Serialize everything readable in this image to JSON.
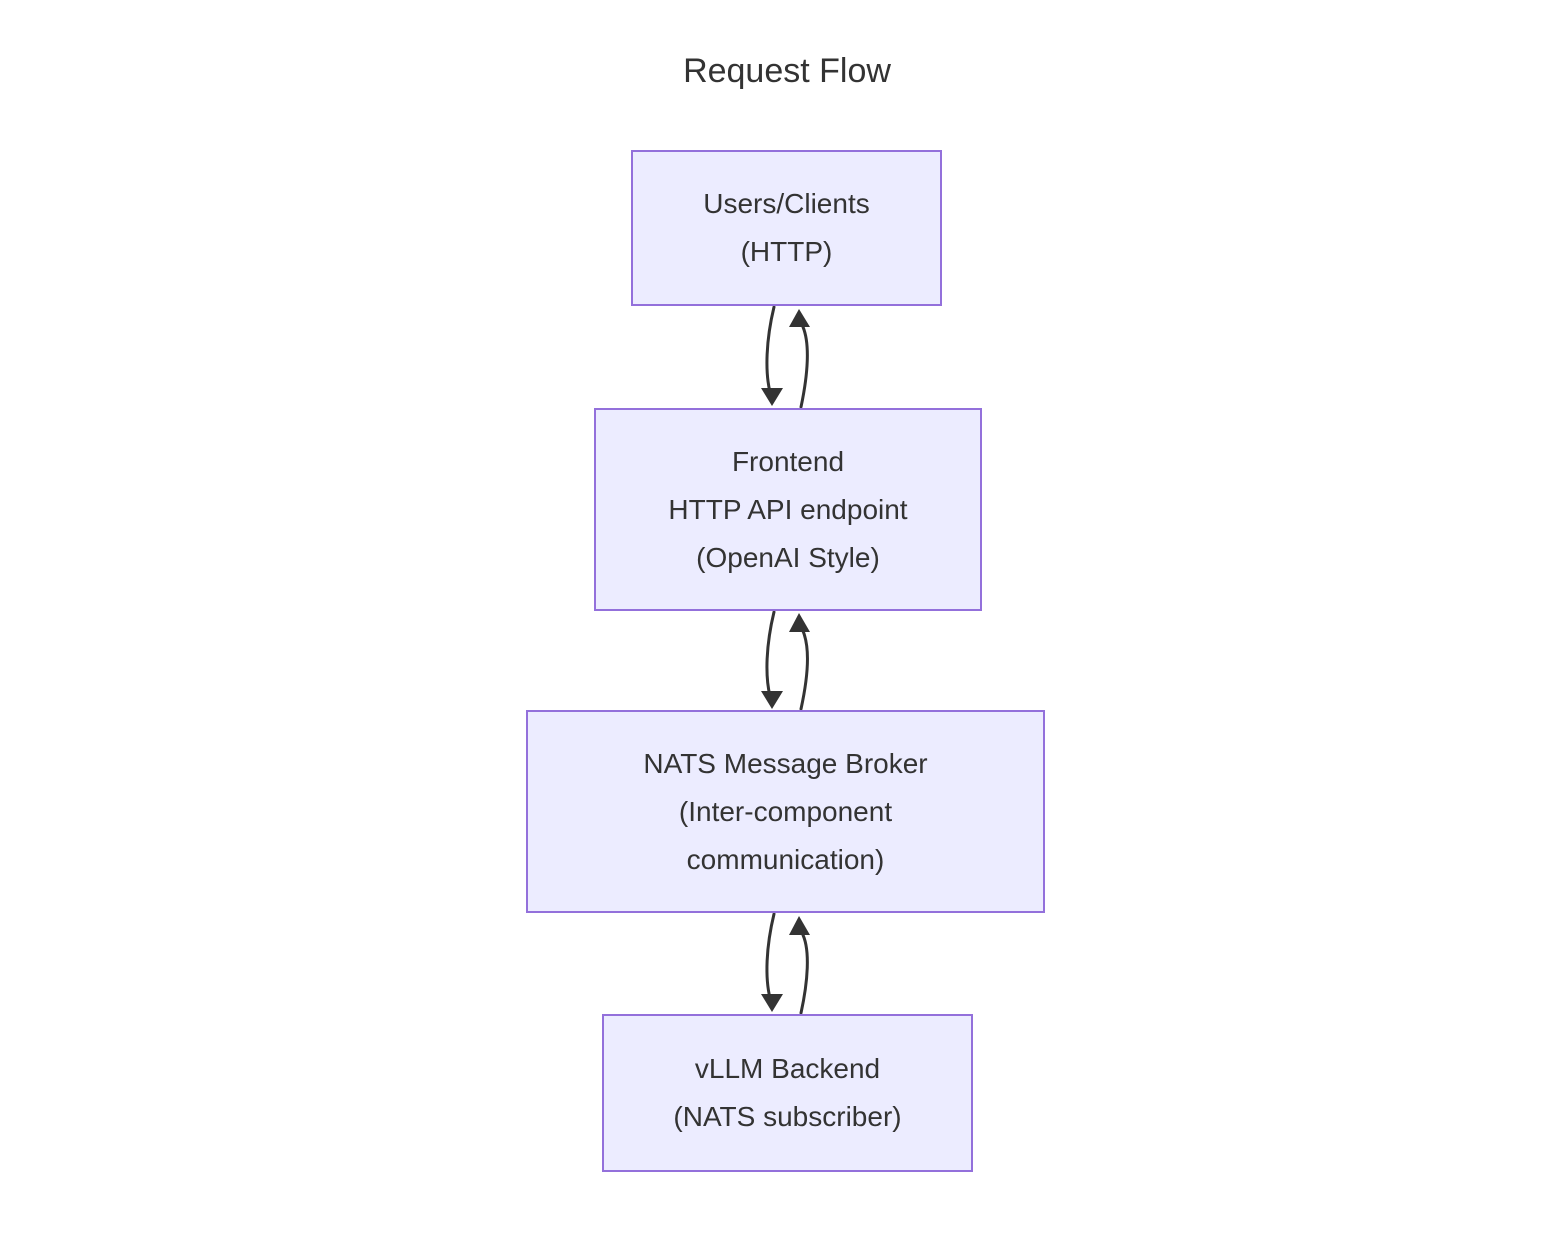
{
  "title": "Request Flow",
  "colors": {
    "background": "#FFFFFF",
    "node_fill": "#ECECFF",
    "node_border": "#9370DB",
    "text": "#333333",
    "arrow": "#333333"
  },
  "nodes": [
    {
      "name": "users-clients",
      "lines": [
        "Users/Clients",
        "(HTTP)"
      ]
    },
    {
      "name": "frontend",
      "lines": [
        "Frontend",
        "HTTP API endpoint",
        "(OpenAI Style)"
      ]
    },
    {
      "name": "nats-broker",
      "lines": [
        "NATS Message Broker",
        "(Inter-component",
        "communication)"
      ]
    },
    {
      "name": "vllm-backend",
      "lines": [
        "vLLM Backend",
        "(NATS subscriber)"
      ]
    }
  ],
  "edges": [
    {
      "from": "users-clients",
      "to": "frontend",
      "direction": "bidirectional"
    },
    {
      "from": "frontend",
      "to": "nats-broker",
      "direction": "bidirectional"
    },
    {
      "from": "nats-broker",
      "to": "vllm-backend",
      "direction": "bidirectional"
    }
  ]
}
